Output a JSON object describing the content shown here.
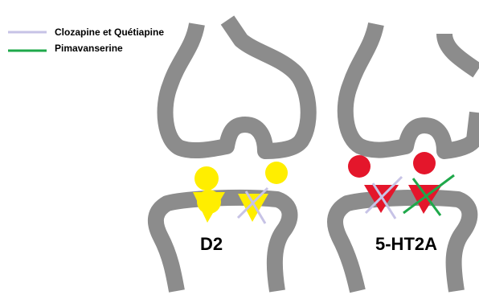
{
  "legend": [
    {
      "label": "Clozapine et Quétiapine",
      "color": "#c7c3e6"
    },
    {
      "label": "Pimavanserine",
      "color": "#1fa84a"
    }
  ],
  "synapses": [
    {
      "id": "d2",
      "label": "D2",
      "ligand_color": "#ffee00",
      "blocked_by": [
        "Clozapine et Quétiapine"
      ]
    },
    {
      "id": "5ht2a",
      "label": "5-HT2A",
      "ligand_color": "#e4162b",
      "blocked_by": [
        "Clozapine et Quétiapine",
        "Pimavanserine"
      ]
    }
  ],
  "colors": {
    "membrane": "#8c8c8c",
    "background": "#ffffff"
  }
}
